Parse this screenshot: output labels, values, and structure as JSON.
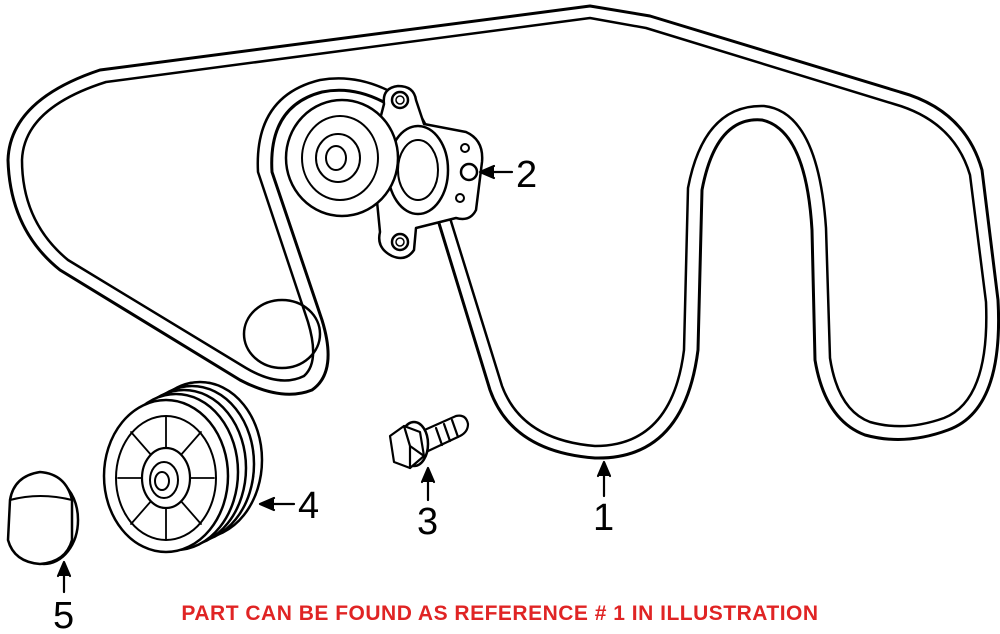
{
  "callouts": [
    {
      "id": "1",
      "label": "1"
    },
    {
      "id": "2",
      "label": "2"
    },
    {
      "id": "3",
      "label": "3"
    },
    {
      "id": "4",
      "label": "4"
    },
    {
      "id": "5",
      "label": "5"
    }
  ],
  "note": {
    "text": "PART CAN BE FOUND AS REFERENCE # 1 IN ILLUSTRATION",
    "color": "#e02424"
  },
  "colors": {
    "line": "#000000",
    "background": "#ffffff"
  }
}
